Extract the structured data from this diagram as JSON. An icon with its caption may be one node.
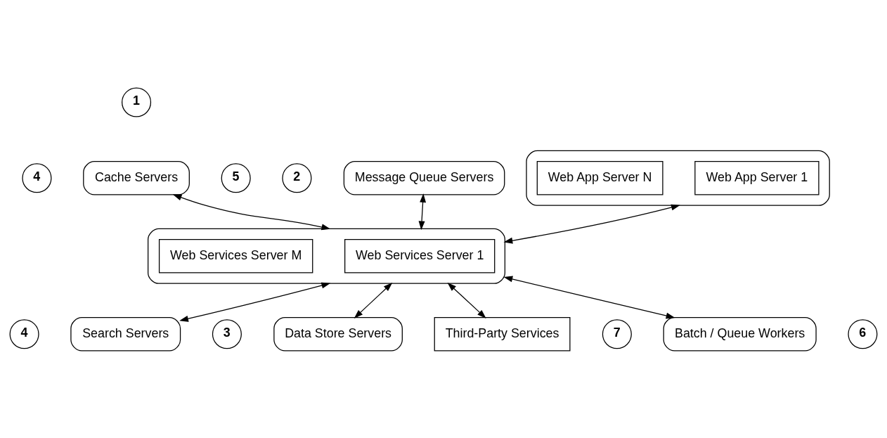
{
  "diagram": {
    "nodes": [
      {
        "text": [
          "1"
        ]
      },
      {
        "text": [],
        "shape": "box"
      },
      {
        "text": [
          "Web App Server 1"
        ],
        "in": 1
      },
      {
        "text": [
          "Web App Server N"
        ],
        "in": 1
      },
      {
        "text": [
          "2"
        ]
      },
      {
        "text": [],
        "shape": "box"
      },
      {
        "text": [
          "Web Services Server 1"
        ],
        "in": 5
      },
      {
        "text": [
          "Web Services Server M"
        ],
        "in": 5
      },
      {
        "text": [
          "4"
        ]
      },
      {
        "text": [
          "Cache Servers"
        ]
      },
      {
        "text": [
          "5"
        ]
      },
      {
        "text": [
          "Message Queue Servers"
        ]
      },
      {
        "text": [
          "4"
        ]
      },
      {
        "text": [
          "Search Servers"
        ]
      },
      {
        "text": [
          "3"
        ]
      },
      {
        "text": [
          "Data Store Servers"
        ]
      },
      {
        "text": [
          "7"
        ]
      },
      {
        "text": [
          "Third-Party Services"
        ]
      },
      {
        "text": [
          "6"
        ]
      },
      {
        "text": [
          "Batch / Queue Workers"
        ]
      }
    ],
    "edges": [
      {
        "from": 1,
        "to": 5,
        "arrow": "both"
      },
      {
        "from": 9,
        "to": 5,
        "arrow": "both"
      },
      {
        "from": 5,
        "to": 11,
        "arrow": "both"
      },
      {
        "from": 13,
        "to": 5,
        "arrow": "both"
      },
      {
        "from": 5,
        "to": 15,
        "arrow": "both"
      },
      {
        "from": 5,
        "to": 17,
        "arrow": "both"
      },
      {
        "from": 5,
        "to": 19,
        "arrow": "both"
      }
    ]
  }
}
